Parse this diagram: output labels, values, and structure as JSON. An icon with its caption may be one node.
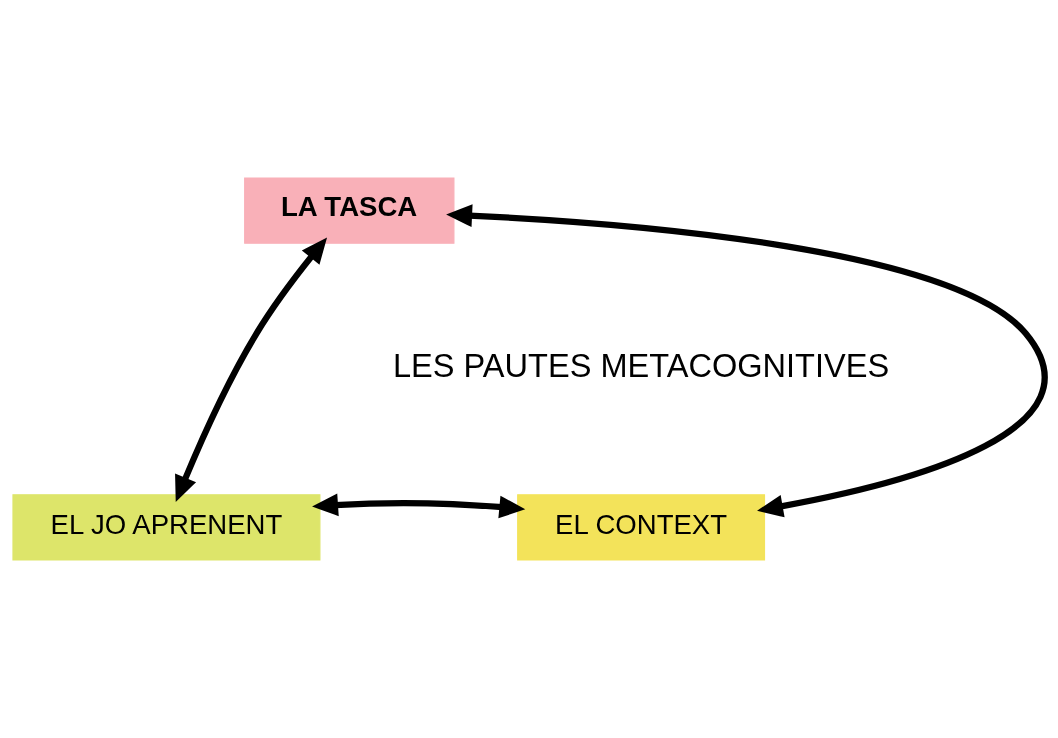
{
  "diagram": {
    "nodes": [
      {
        "text": [
          "LA TASCA"
        ]
      },
      {
        "text": [
          "EL JO APRENENT"
        ]
      },
      {
        "text": [
          "EL CONTEXT"
        ]
      }
    ],
    "edges": [
      {
        "from": 0,
        "to": 1,
        "arrow": "both"
      },
      {
        "from": 1,
        "to": 2,
        "arrow": "both"
      },
      {
        "from": 2,
        "to": 0,
        "arrow": "both"
      }
    ],
    "labels": [
      "LES PAUTES METACOGNITIVES"
    ]
  }
}
